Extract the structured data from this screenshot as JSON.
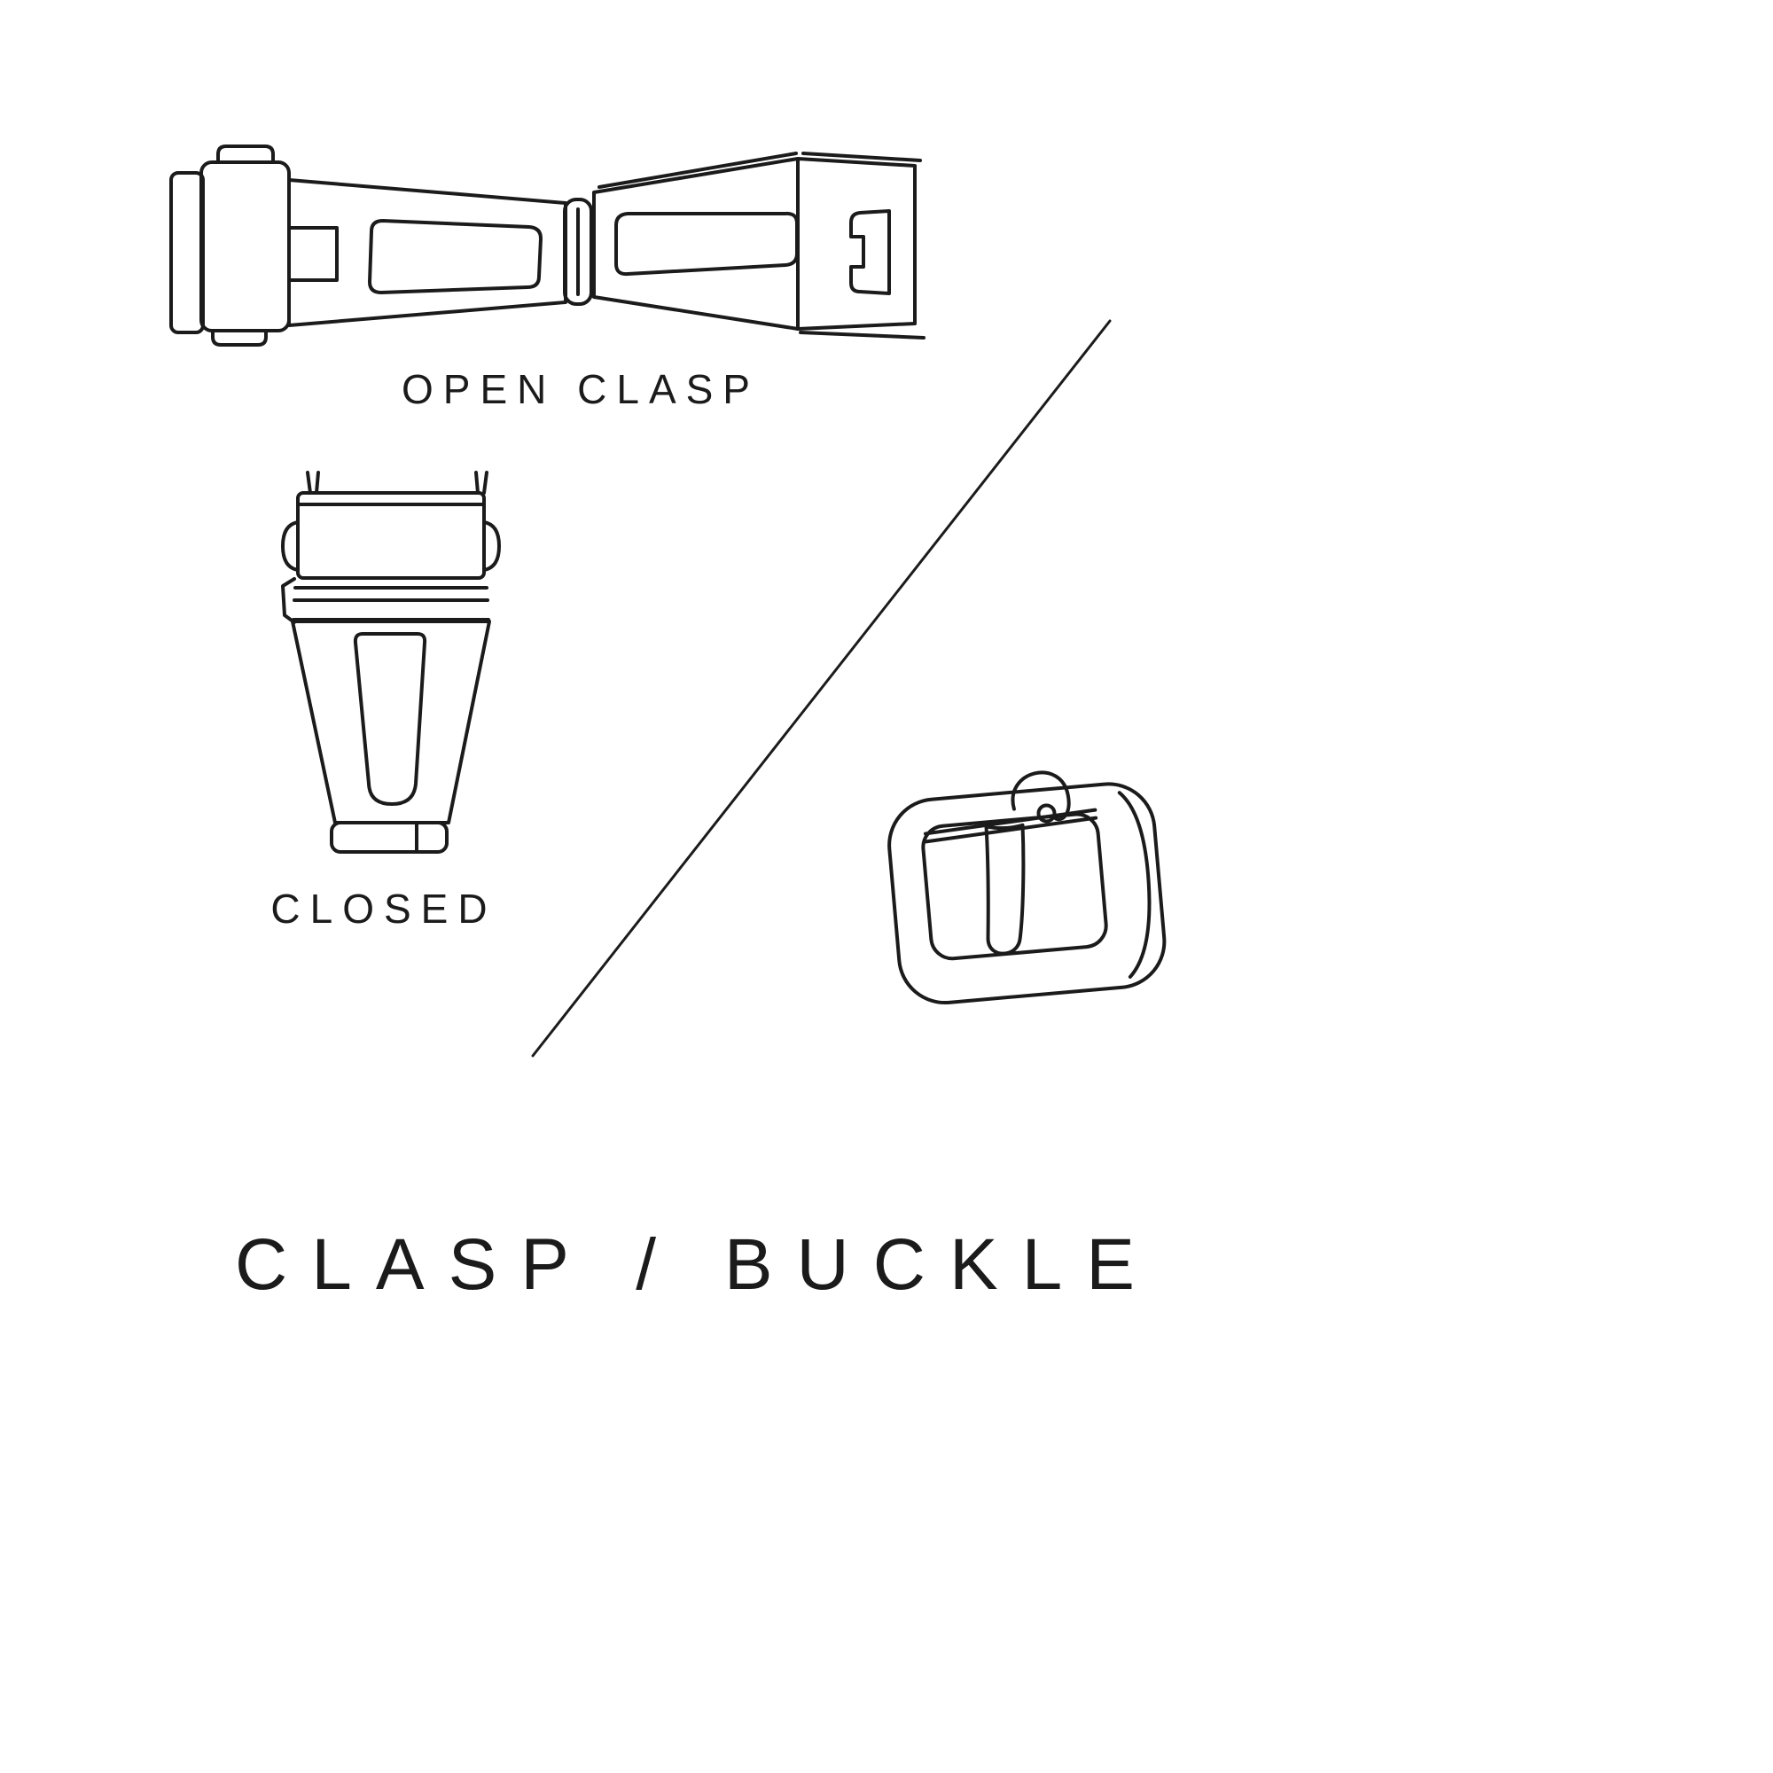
{
  "page": {
    "background": "#ffffff",
    "line_color": "#1b1b1b"
  },
  "labels": {
    "open_clasp": "OPEN CLASP",
    "closed": "CLOSED"
  },
  "title": "CLASP / BUCKLE",
  "illustrations": [
    {
      "name": "open-clasp-illustration",
      "caption": "OPEN CLASP"
    },
    {
      "name": "closed-clasp-illustration",
      "caption": "CLOSED"
    },
    {
      "name": "tang-buckle-illustration",
      "caption": ""
    }
  ]
}
